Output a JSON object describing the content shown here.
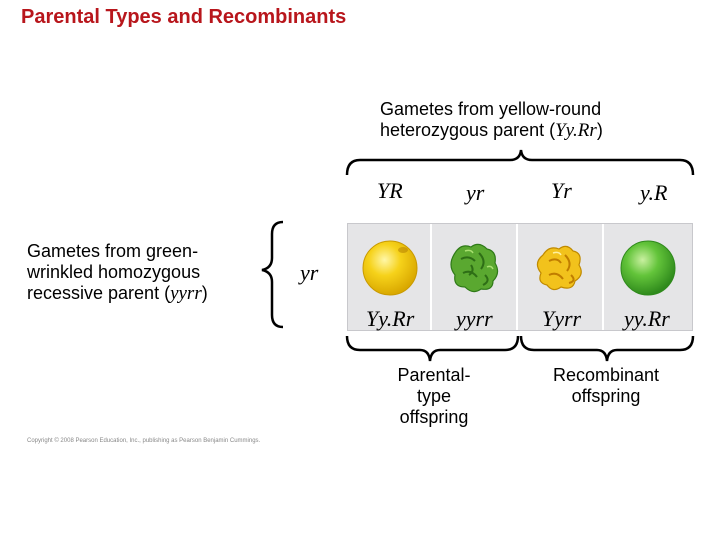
{
  "title": "Parental Types and Recombinants",
  "top_gametes": {
    "line1": "Gametes from yellow-round",
    "line2_prefix": "heterozygous parent (",
    "genotype": "Yy.Rr",
    "line2_suffix": ")",
    "gametes": [
      "YR",
      "yr",
      "Yr",
      "y.R"
    ]
  },
  "left_gametes": {
    "line1": "Gametes from green-",
    "line2": "wrinkled homozygous",
    "line3_prefix": "recessive parent (",
    "genotype": "yyrr",
    "line3_suffix": ")",
    "gamete": "yr"
  },
  "offspring": [
    {
      "genotype": "Yy.Rr",
      "color": "#f6d21a",
      "shape": "round"
    },
    {
      "genotype": "yyrr",
      "color": "#5aa830",
      "shape": "wrinkled"
    },
    {
      "genotype": "Yyrr",
      "color": "#f2c21c",
      "shape": "wrinkled"
    },
    {
      "genotype": "yy.Rr",
      "color": "#63c43a",
      "shape": "round"
    }
  ],
  "groups": {
    "parental": {
      "line1": "Parental-",
      "line2": "type",
      "line3": "offspring"
    },
    "recombinant": {
      "line1": "Recombinant",
      "line2": "offspring"
    }
  },
  "copyright": "Copyright © 2008 Pearson Education, Inc., publishing as Pearson Benjamin Cummings."
}
